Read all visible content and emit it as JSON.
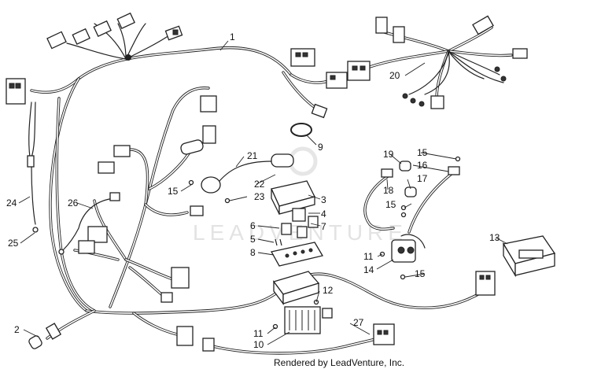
{
  "diagram": {
    "watermark": "LEADVENTURE",
    "footer": "Rendered by LeadVenture, Inc.",
    "callouts": [
      {
        "id": "c1",
        "label": "1"
      },
      {
        "id": "c2",
        "label": "2"
      },
      {
        "id": "c3",
        "label": "3"
      },
      {
        "id": "c4",
        "label": "4"
      },
      {
        "id": "c5",
        "label": "5"
      },
      {
        "id": "c6",
        "label": "6"
      },
      {
        "id": "c7",
        "label": "7"
      },
      {
        "id": "c8",
        "label": "8"
      },
      {
        "id": "c9",
        "label": "9"
      },
      {
        "id": "c10",
        "label": "10"
      },
      {
        "id": "c11a",
        "label": "11"
      },
      {
        "id": "c11b",
        "label": "11"
      },
      {
        "id": "c12",
        "label": "12"
      },
      {
        "id": "c13",
        "label": "13"
      },
      {
        "id": "c14",
        "label": "14"
      },
      {
        "id": "c15a",
        "label": "15"
      },
      {
        "id": "c15b",
        "label": "15"
      },
      {
        "id": "c15c",
        "label": "15"
      },
      {
        "id": "c15d",
        "label": "15"
      },
      {
        "id": "c16",
        "label": "16"
      },
      {
        "id": "c17",
        "label": "17"
      },
      {
        "id": "c18",
        "label": "18"
      },
      {
        "id": "c19",
        "label": "19"
      },
      {
        "id": "c20",
        "label": "20"
      },
      {
        "id": "c21",
        "label": "21"
      },
      {
        "id": "c22",
        "label": "22"
      },
      {
        "id": "c23",
        "label": "23"
      },
      {
        "id": "c24",
        "label": "24"
      },
      {
        "id": "c25",
        "label": "25"
      },
      {
        "id": "c26",
        "label": "26"
      },
      {
        "id": "c27",
        "label": "27"
      }
    ]
  }
}
